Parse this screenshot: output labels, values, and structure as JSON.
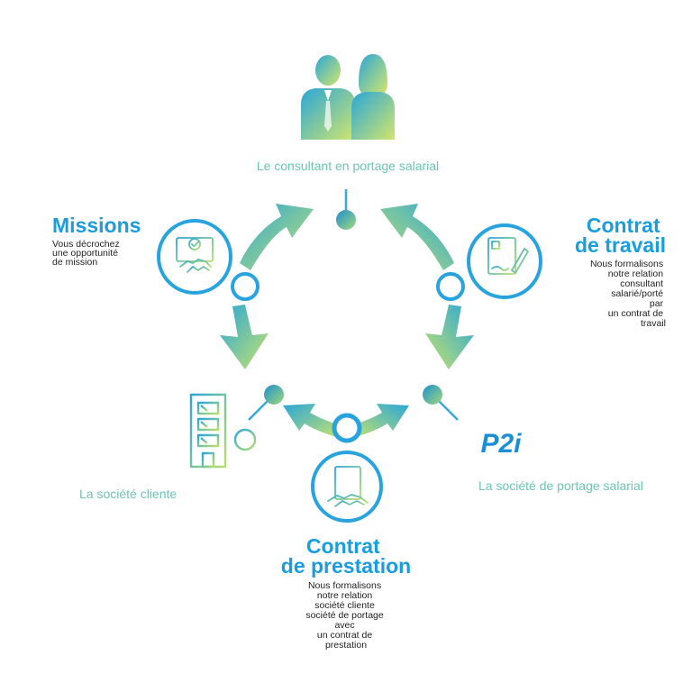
{
  "colors": {
    "primary_blue": "#28a3de",
    "teal_label": "#6cc6ae",
    "gradient_start": "#2aa6d8",
    "gradient_end": "#c6e36c",
    "body_text": "#222222"
  },
  "top_node": {
    "icon": "people-icon",
    "label": "Le consultant en portage salarial"
  },
  "left_node": {
    "icon": "building-tree-icon",
    "label": "La société cliente"
  },
  "right_node": {
    "icon": "p2i-logo",
    "logo_text": "P2i",
    "label": "La société de portage salarial"
  },
  "missions": {
    "icon": "handshake-checkmark-icon",
    "title": "Missions",
    "lines": [
      "Vous décrochez",
      "une opportunité",
      "de mission"
    ]
  },
  "contrat_travail": {
    "icon": "contract-signature-icon",
    "title_lines": [
      "Contrat",
      "de travail"
    ],
    "lines": [
      "Nous formalisons",
      "notre relation",
      "consultant",
      "salarié/porté",
      "par",
      "un contrat de",
      "travail"
    ]
  },
  "contrat_prestation": {
    "icon": "document-handshake-icon",
    "title_lines": [
      "Contrat",
      "de prestation"
    ],
    "lines": [
      "Nous formalisons",
      "notre relation",
      "société cliente",
      "société de portage",
      "avec",
      "un contrat de",
      "prestation"
    ]
  }
}
